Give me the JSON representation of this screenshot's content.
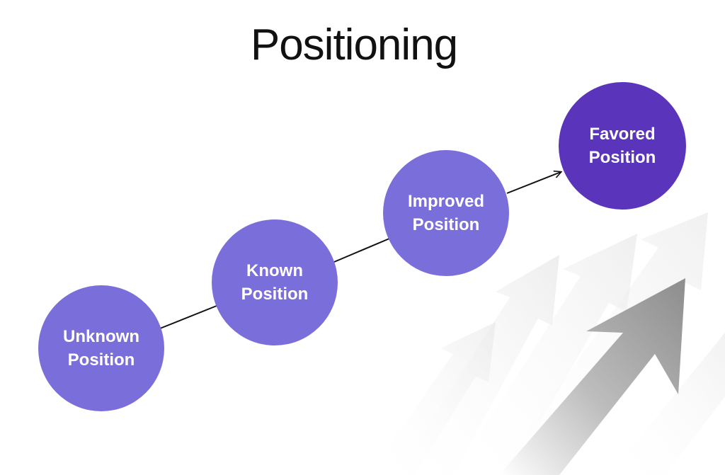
{
  "title": "Positioning",
  "colors": {
    "stage_circle": "#7a6edb",
    "final_circle": "#5a35bb",
    "connector": "#111111",
    "decor_arrow": "#9a9a9a"
  },
  "stages": [
    {
      "label": "Unknown Position",
      "line1": "Unknown",
      "line2": "Position"
    },
    {
      "label": "Known Position",
      "line1": "Known",
      "line2": "Position"
    },
    {
      "label": "Improved Position",
      "line1": "Improved",
      "line2": "Position"
    },
    {
      "label": "Favored Position",
      "line1": "Favored",
      "line2": "Position"
    }
  ],
  "decoration": {
    "icon": "upward-arrow-graphic"
  }
}
